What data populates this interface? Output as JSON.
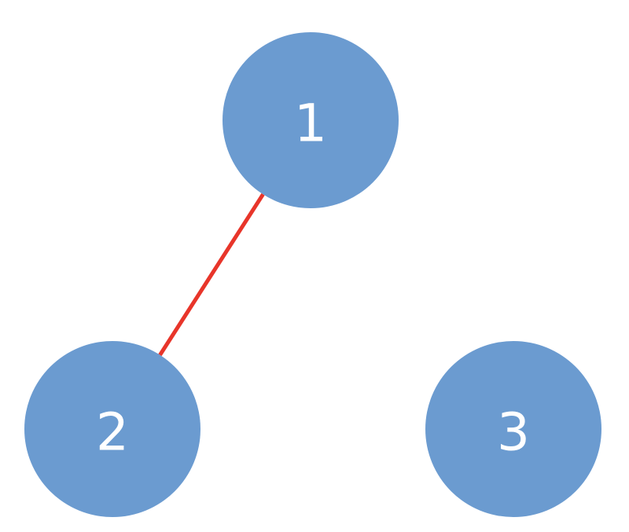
{
  "colors": {
    "background": "#ffffff",
    "node_fill": "#6b9bd0",
    "node_text": "#ffffff",
    "edge": "#e8352a"
  },
  "nodes": [
    {
      "id": "1",
      "label": "1"
    },
    {
      "id": "2",
      "label": "2"
    },
    {
      "id": "3",
      "label": "3"
    }
  ],
  "edges": [
    {
      "from": "1",
      "to": "2"
    }
  ]
}
